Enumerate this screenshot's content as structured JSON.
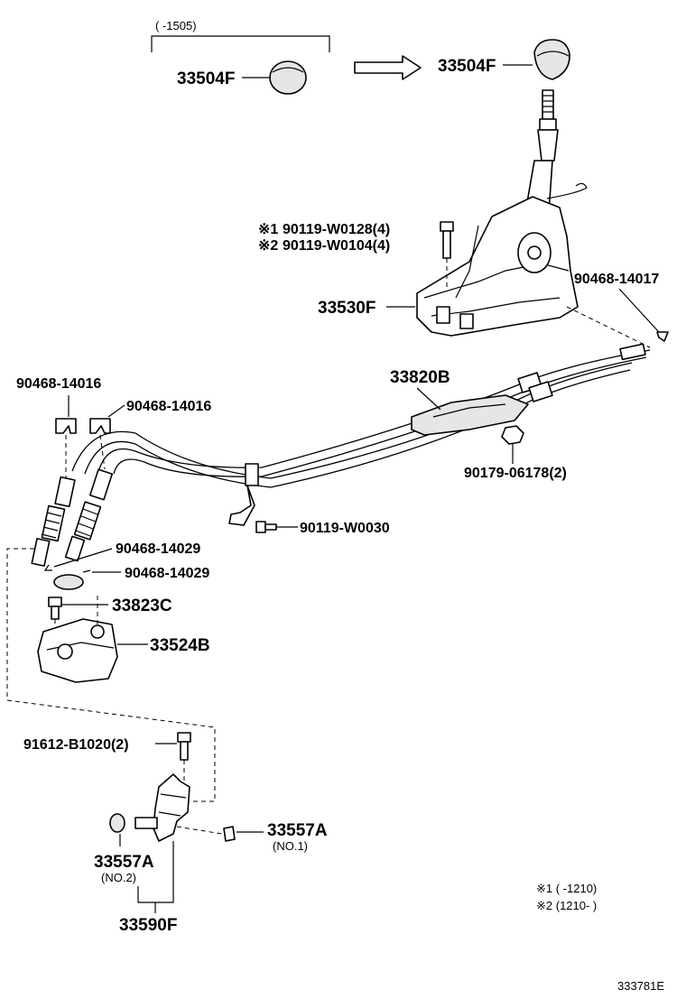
{
  "labels": {
    "knob_old": "33504F",
    "knob_new": "33504F",
    "knob_range": "(      -1505)",
    "bolt_1": "90119-W0128(4)",
    "bolt_2": "90119-W0104(4)",
    "mark_1": "※1",
    "mark_2": "※2",
    "shift_housing": "33530F",
    "clip_right": "90468-14017",
    "cable_assy": "33820B",
    "nut": "90179-06178(2)",
    "clip_left_a": "90468-14016",
    "clip_left_b": "90468-14016",
    "bolt_cable": "90119-W0030",
    "pin_a": "90468-14029",
    "pin_b": "90468-14029",
    "bolt_small": "33823C",
    "bracket": "33524B",
    "bolt_lever": "91612-B1020(2)",
    "bushing_1": "33557A",
    "bushing_1_sub": "(NO.1)",
    "bushing_2": "33557A",
    "bushing_2_sub": "(NO.2)",
    "lever_assy": "33590F"
  },
  "legend": {
    "item_1": "※1 (      -1210)",
    "item_2": "※2 (1210-      )"
  },
  "diagram_id": "333781E"
}
